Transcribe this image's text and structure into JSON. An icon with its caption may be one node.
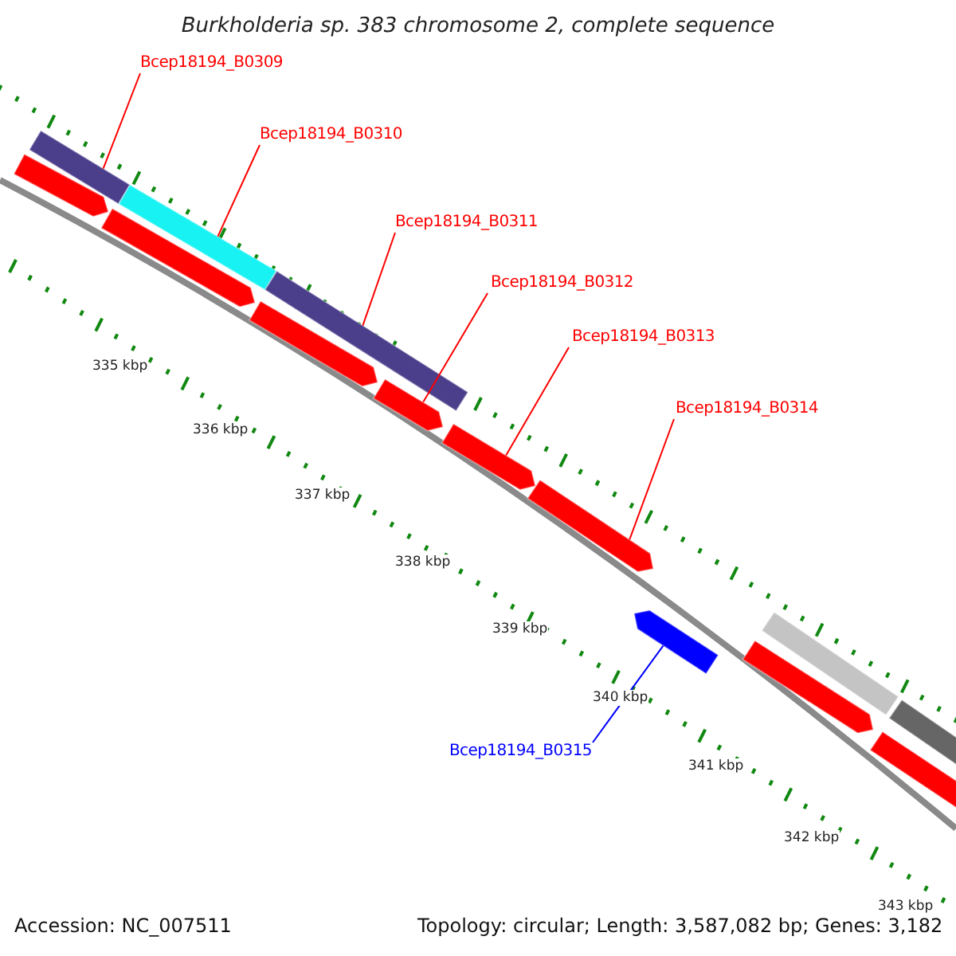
{
  "diagram": {
    "title": "Burkholderia sp. 383 chromosome 2, complete sequence",
    "nodes": [
      {
        "text": [
          "Bcep18194_B0309"
        ]
      },
      {
        "text": [
          "Bcep18194_B0310"
        ]
      },
      {
        "text": [
          "Bcep18194_B0311"
        ]
      },
      {
        "text": [
          "Bcep18194_B0312"
        ]
      },
      {
        "text": [
          "Bcep18194_B0313"
        ]
      },
      {
        "text": [
          "Bcep18194_B0314"
        ]
      },
      {
        "text": [
          "Bcep18194_B0315"
        ]
      },
      {
        "text": [],
        "shape": "arrow"
      },
      {
        "text": [],
        "shape": "bar"
      },
      {
        "text": [],
        "shape": "arrow"
      },
      {
        "text": [],
        "shape": "bar"
      },
      {
        "text": [],
        "shape": "arrow"
      },
      {
        "text": [],
        "shape": "bar"
      },
      {
        "text": [],
        "shape": "arrow"
      },
      {
        "text": [],
        "shape": "arrow"
      },
      {
        "text": [],
        "shape": "arrow"
      },
      {
        "text": [],
        "shape": "arrow"
      },
      {
        "text": [],
        "shape": "arrow"
      },
      {
        "text": [],
        "shape": "bar"
      },
      {
        "text": [],
        "shape": "arrow"
      },
      {
        "text": [],
        "shape": "bar"
      }
    ],
    "edges": [
      {
        "from": 0,
        "to": 8,
        "arrow": "none"
      },
      {
        "from": 1,
        "to": 10,
        "arrow": "none"
      },
      {
        "from": 2,
        "to": 12,
        "arrow": "none"
      },
      {
        "from": 3,
        "to": 13,
        "arrow": "none"
      },
      {
        "from": 4,
        "to": 14,
        "arrow": "none"
      },
      {
        "from": 5,
        "to": 15,
        "arrow": "none"
      },
      {
        "from": 6,
        "to": 16,
        "arrow": "none",
        "color": "#0000ff"
      }
    ],
    "labels": [
      "335 kbp",
      "336 kbp",
      "337 kbp",
      "338 kbp",
      "339 kbp",
      "340 kbp",
      "341 kbp",
      "342 kbp",
      "343 kbp",
      "Accession: NC_007511",
      "Topology: circular; Length: 3,587,082 bp; Genes: 3,182"
    ]
  }
}
